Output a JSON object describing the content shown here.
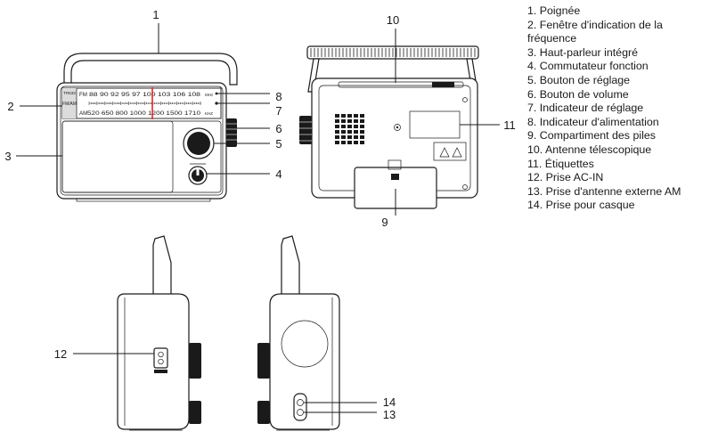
{
  "callouts": {
    "c1": "1",
    "c2": "2",
    "c3": "3",
    "c4": "4",
    "c5": "5",
    "c6": "6",
    "c7": "7",
    "c8": "8",
    "c9": "9",
    "c10": "10",
    "c11": "11",
    "c12": "12",
    "c13": "13",
    "c14": "14"
  },
  "dial": {
    "model": "TR633",
    "band": "FM/AM",
    "fm_label": "FM",
    "fm_scale": "88 90 92 95 97 100 103 106 108",
    "fm_unit": "MHz",
    "am_label": "AM",
    "am_scale": "520 650 800 1000 1200 1500 1710",
    "am_unit": "KHZ"
  },
  "legend": [
    "1. Poignée",
    "2. Fenêtre d'indication de la fréquence",
    "3. Haut-parleur intégré",
    "4. Commutateur fonction",
    "5. Bouton de réglage",
    "6. Bouton de volume",
    "7. Indicateur de réglage",
    "8. Indicateur d'alimentation",
    "9. Compartiment des piles",
    "10. Antenne télescopique",
    "11. Étiquettes",
    "12. Prise AC-IN",
    "13. Prise d'antenne externe AM",
    "14. Prise pour casque"
  ],
  "colors": {
    "tuning_needle": "#e8242a",
    "line": "#1a1a1a"
  }
}
